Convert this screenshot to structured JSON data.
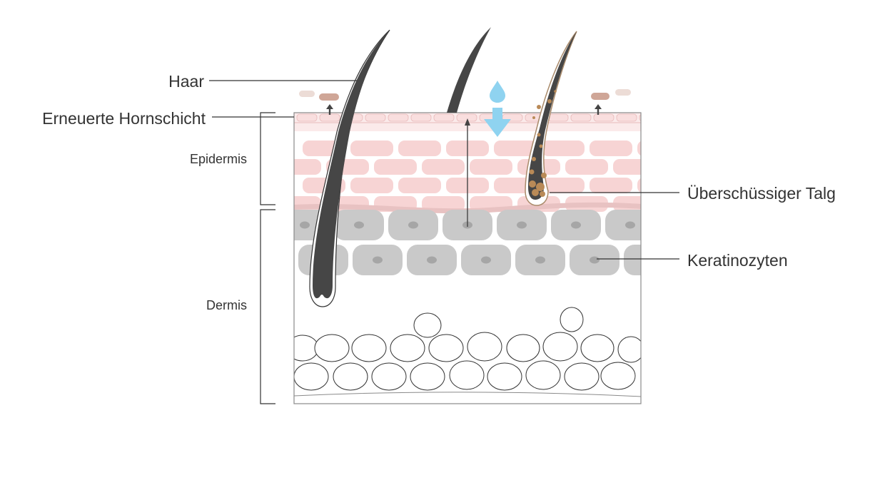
{
  "labels": {
    "hair": "Haar",
    "horn_layer": "Erneuerte Hornschicht",
    "epidermis": "Epidermis",
    "dermis": "Dermis",
    "sebum": "Überschüssiger Talg",
    "keratinocytes": "Keratinozyten"
  },
  "colors": {
    "skin_pink": "#f7d4d4",
    "keratinocyte_gray": "#c9c9c9",
    "water_blue": "#8fd3f0",
    "hair": "#464646",
    "sebum": "#b98a57"
  },
  "icons": [
    "water-drop-icon",
    "down-arrow-icon",
    "up-arrow-icon"
  ]
}
